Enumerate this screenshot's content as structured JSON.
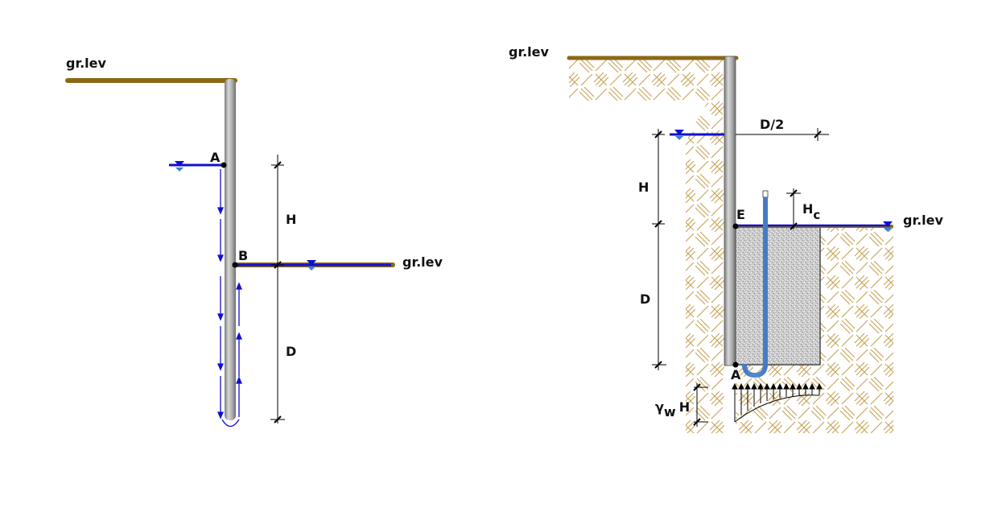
{
  "colors": {
    "ground": "#8B6914",
    "water": "#1010d0",
    "water_light": "#3a7fd0",
    "soil_hatch": "#c8a860",
    "pile": "#a8a8a8",
    "dim": "#000000"
  },
  "left_diagram": {
    "ground_label": "gr.lev",
    "point_a": "A",
    "point_b": "B",
    "dim_h": "H",
    "dim_d": "D",
    "excavation_label": "gr.lev"
  },
  "right_diagram": {
    "ground_label": "gr.lev",
    "dim_d_half": "D/2",
    "dim_h": "H",
    "point_e": "E",
    "dim_hc_main": "H",
    "dim_hc_sub": "c",
    "excavation_label": "gr.lev",
    "dim_d": "D",
    "point_a": "A",
    "pressure_gamma": "γ",
    "pressure_sub": "w",
    "pressure_h": "H"
  }
}
